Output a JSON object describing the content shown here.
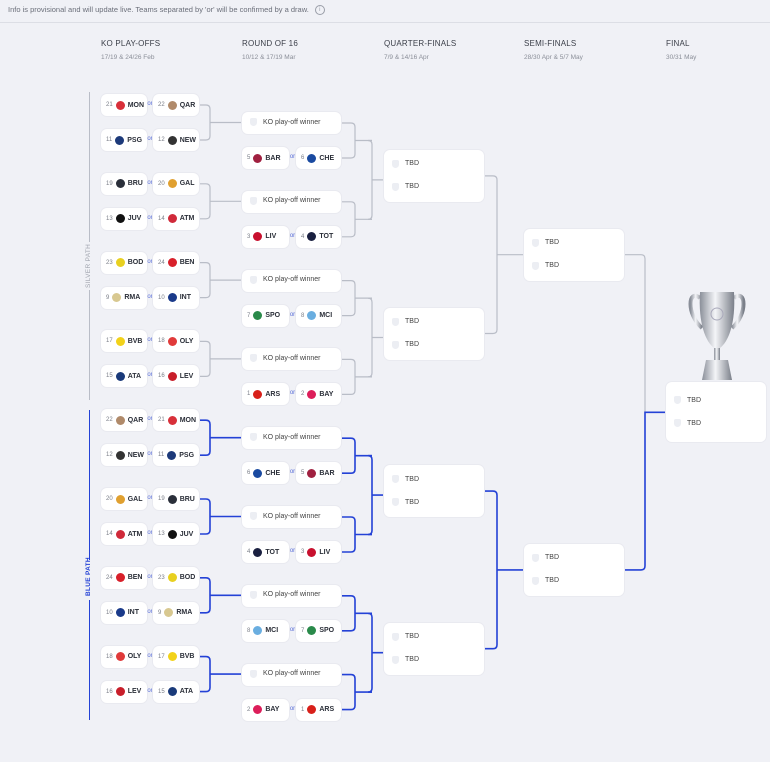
{
  "info": "Info is provisional and will update live. Teams separated by 'or' will be confirmed by a draw.",
  "rounds": [
    {
      "title": "KO PLAY-OFFS",
      "date": "17/19 & 24/26 Feb"
    },
    {
      "title": "ROUND OF 16",
      "date": "10/12 & 17/19 Mar"
    },
    {
      "title": "QUARTER-FINALS",
      "date": "7/9 & 14/16 Apr"
    },
    {
      "title": "SEMI-FINALS",
      "date": "28/30 Apr & 5/7 May"
    },
    {
      "title": "FINAL",
      "date": "30/31 May"
    }
  ],
  "paths": {
    "silver": "SILVER PATH",
    "blue": "BLUE PATH"
  },
  "colors": {
    "silver": "#b9bdc7",
    "blue": "#2442d6"
  },
  "or_label": "or",
  "winner_label": "KO play-off winner",
  "tbd": "TBD",
  "blocks": [
    {
      "ko": [
        [
          [
            21,
            "MON"
          ],
          [
            22,
            "QAR"
          ]
        ],
        [
          [
            11,
            "PSG"
          ],
          [
            12,
            "NEW"
          ]
        ]
      ],
      "r16": [
        [
          5,
          "BAR"
        ],
        [
          6,
          "CHE"
        ]
      ]
    },
    {
      "ko": [
        [
          [
            19,
            "BRU"
          ],
          [
            20,
            "GAL"
          ]
        ],
        [
          [
            13,
            "JUV"
          ],
          [
            14,
            "ATM"
          ]
        ]
      ],
      "r16": [
        [
          3,
          "LIV"
        ],
        [
          4,
          "TOT"
        ]
      ]
    },
    {
      "ko": [
        [
          [
            23,
            "BOD"
          ],
          [
            24,
            "BEN"
          ]
        ],
        [
          [
            9,
            "RMA"
          ],
          [
            10,
            "INT"
          ]
        ]
      ],
      "r16": [
        [
          7,
          "SPO"
        ],
        [
          8,
          "MCI"
        ]
      ]
    },
    {
      "ko": [
        [
          [
            17,
            "BVB"
          ],
          [
            18,
            "OLY"
          ]
        ],
        [
          [
            15,
            "ATA"
          ],
          [
            16,
            "LEV"
          ]
        ]
      ],
      "r16": [
        [
          1,
          "ARS"
        ],
        [
          2,
          "BAY"
        ]
      ]
    },
    {
      "ko": [
        [
          [
            22,
            "QAR"
          ],
          [
            21,
            "MON"
          ]
        ],
        [
          [
            12,
            "NEW"
          ],
          [
            11,
            "PSG"
          ]
        ]
      ],
      "r16": [
        [
          6,
          "CHE"
        ],
        [
          5,
          "BAR"
        ]
      ]
    },
    {
      "ko": [
        [
          [
            20,
            "GAL"
          ],
          [
            19,
            "BRU"
          ]
        ],
        [
          [
            14,
            "ATM"
          ],
          [
            13,
            "JUV"
          ]
        ]
      ],
      "r16": [
        [
          4,
          "TOT"
        ],
        [
          3,
          "LIV"
        ]
      ]
    },
    {
      "ko": [
        [
          [
            24,
            "BEN"
          ],
          [
            23,
            "BOD"
          ]
        ],
        [
          [
            10,
            "INT"
          ],
          [
            9,
            "RMA"
          ]
        ]
      ],
      "r16": [
        [
          8,
          "MCI"
        ],
        [
          7,
          "SPO"
        ]
      ]
    },
    {
      "ko": [
        [
          [
            18,
            "OLY"
          ],
          [
            17,
            "BVB"
          ]
        ],
        [
          [
            16,
            "LEV"
          ],
          [
            15,
            "ATA"
          ]
        ]
      ],
      "r16": [
        [
          2,
          "BAY"
        ],
        [
          1,
          "ARS"
        ]
      ]
    }
  ],
  "team_colors": {
    "MON": "#d8303a",
    "QAR": "#b08a6a",
    "PSG": "#1d3a7a",
    "NEW": "#333",
    "BRU": "#2a2f3a",
    "GAL": "#e0a030",
    "JUV": "#111",
    "ATM": "#d02a3a",
    "BOD": "#e8d020",
    "BEN": "#d8202a",
    "RMA": "#d8c890",
    "INT": "#1a3a8a",
    "BVB": "#f2d21a",
    "OLY": "#e03a3a",
    "ATA": "#1a3a7a",
    "LEV": "#c81e2a",
    "BAR": "#a02040",
    "CHE": "#1a4aa0",
    "LIV": "#c8102e",
    "TOT": "#1a2040",
    "SPO": "#2a8a4a",
    "MCI": "#6aaee0",
    "ARS": "#d8201a",
    "BAY": "#dc1e5a"
  }
}
